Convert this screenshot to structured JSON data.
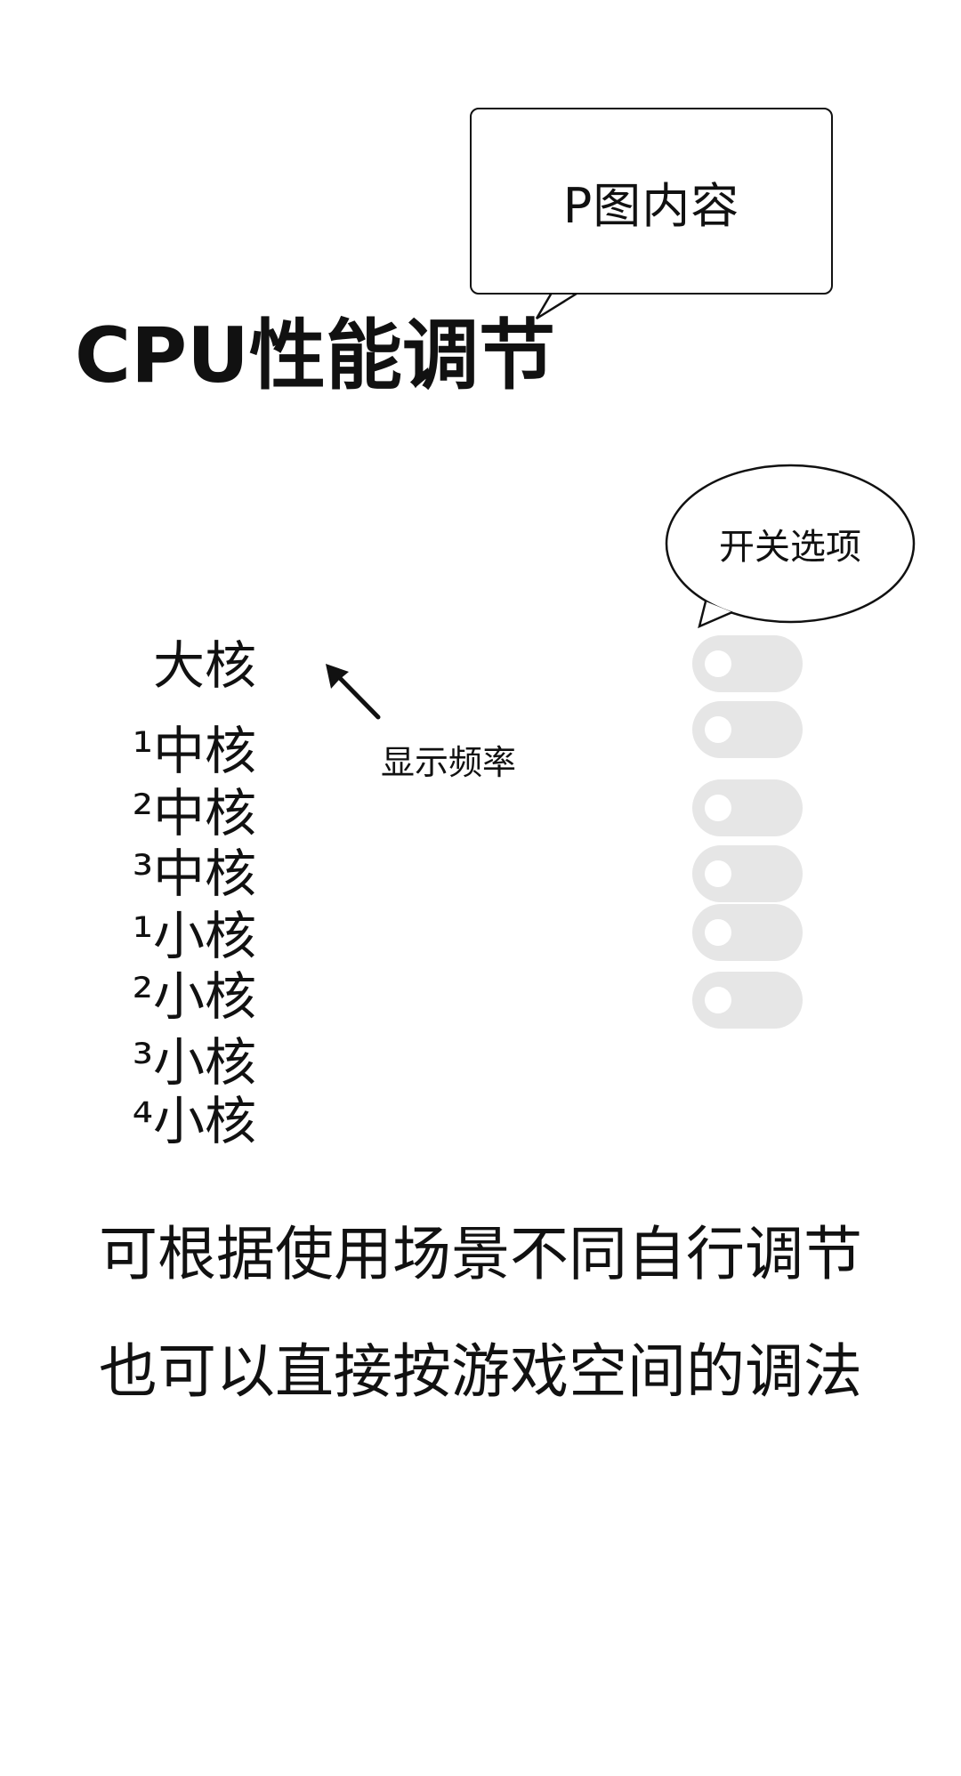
{
  "callout_edit": {
    "text": "P图内容"
  },
  "page_title": "CPU性能调节",
  "callout_switch": {
    "text": "开关选项"
  },
  "annotation": {
    "text": "显示频率"
  },
  "cores": [
    {
      "label": "大核"
    },
    {
      "label": "¹中核"
    },
    {
      "label": "²中核"
    },
    {
      "label": "³中核"
    },
    {
      "label": "¹小核"
    },
    {
      "label": "²小核"
    },
    {
      "label": "³小核"
    },
    {
      "label": "⁴小核"
    }
  ],
  "toggles": [
    {
      "state": "off"
    },
    {
      "state": "off"
    },
    {
      "state": "off"
    },
    {
      "state": "off"
    },
    {
      "state": "off"
    },
    {
      "state": "off"
    }
  ],
  "description": {
    "line1": "可根据使用场景不同自行调节",
    "line2": "也可以直接按游戏空间的调法"
  },
  "colors": {
    "toggle_track": "#e6e6e6",
    "toggle_knob": "#ffffff",
    "text": "#111111",
    "background": "#ffffff"
  }
}
